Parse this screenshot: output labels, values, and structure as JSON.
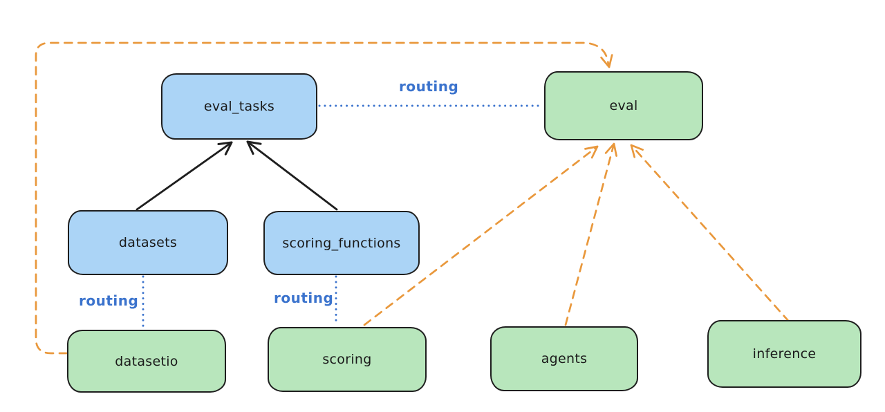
{
  "colors": {
    "blue_fill": "#abd4f6",
    "green_fill": "#b8e6bc",
    "stroke": "#1e1e1e",
    "blue_line": "#3b73cd",
    "orange_line": "#e9983c",
    "text": "#1a1a1a",
    "background": "#ffffff"
  },
  "nodes": {
    "eval_tasks": {
      "label": "eval_tasks",
      "fill": "blue"
    },
    "eval": {
      "label": "eval",
      "fill": "green"
    },
    "datasets": {
      "label": "datasets",
      "fill": "blue"
    },
    "scoring_functions": {
      "label": "scoring_functions",
      "fill": "blue"
    },
    "datasetio": {
      "label": "datasetio",
      "fill": "green"
    },
    "scoring": {
      "label": "scoring",
      "fill": "green"
    },
    "agents": {
      "label": "agents",
      "fill": "green"
    },
    "inference": {
      "label": "inference",
      "fill": "green"
    }
  },
  "edge_labels": {
    "eval_tasks_eval": "routing",
    "datasets_datasetio": "routing",
    "scoring_functions_scoring": "routing"
  },
  "edges": [
    {
      "from": "datasets",
      "to": "eval_tasks",
      "style": "solid",
      "color": "black",
      "arrow": true
    },
    {
      "from": "scoring_functions",
      "to": "eval_tasks",
      "style": "solid",
      "color": "black",
      "arrow": true
    },
    {
      "from": "eval_tasks",
      "to": "eval",
      "style": "dotted",
      "color": "blue",
      "arrow": false,
      "label": "routing"
    },
    {
      "from": "datasets",
      "to": "datasetio",
      "style": "dotted",
      "color": "blue",
      "arrow": false,
      "label": "routing"
    },
    {
      "from": "scoring_functions",
      "to": "scoring",
      "style": "dotted",
      "color": "blue",
      "arrow": false,
      "label": "routing"
    },
    {
      "from": "datasetio",
      "to": "eval",
      "style": "dashed",
      "color": "orange",
      "arrow": true
    },
    {
      "from": "scoring",
      "to": "eval",
      "style": "dashed",
      "color": "orange",
      "arrow": true
    },
    {
      "from": "agents",
      "to": "eval",
      "style": "dashed",
      "color": "orange",
      "arrow": true
    },
    {
      "from": "inference",
      "to": "eval",
      "style": "dashed",
      "color": "orange",
      "arrow": true
    }
  ]
}
